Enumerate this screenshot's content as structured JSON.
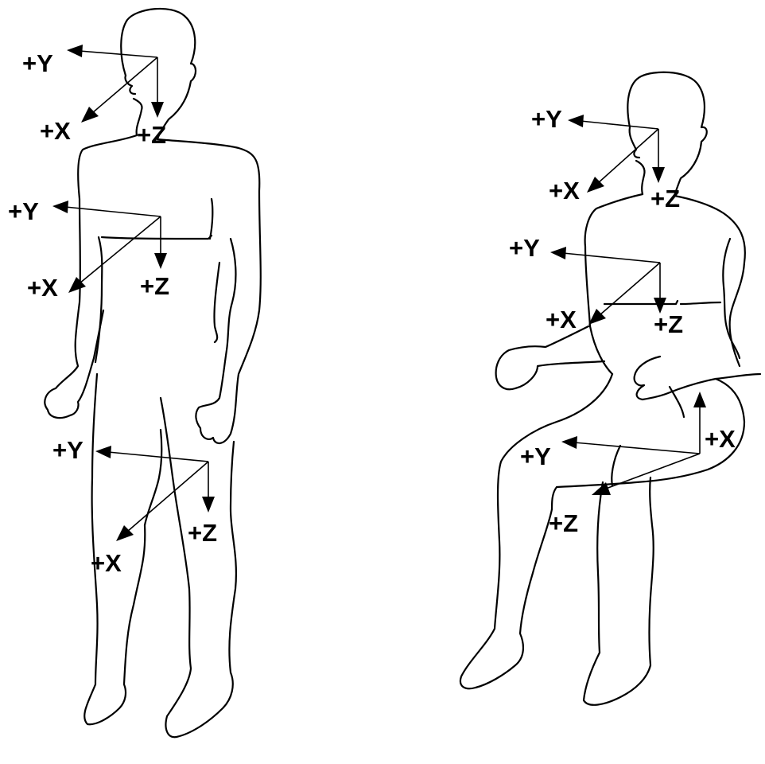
{
  "figures": [
    {
      "id": "standing-figure",
      "axis_sets": [
        {
          "id": "head",
          "labels": {
            "x": "+X",
            "y": "+Y",
            "z": "+Z"
          }
        },
        {
          "id": "chest",
          "labels": {
            "x": "+X",
            "y": "+Y",
            "z": "+Z"
          }
        },
        {
          "id": "pelvis",
          "labels": {
            "x": "+X",
            "y": "+Y",
            "z": "+Z"
          }
        }
      ]
    },
    {
      "id": "seated-figure",
      "axis_sets": [
        {
          "id": "head",
          "labels": {
            "x": "+X",
            "y": "+Y",
            "z": "+Z"
          }
        },
        {
          "id": "chest",
          "labels": {
            "x": "+X",
            "y": "+Y",
            "z": "+Z"
          }
        },
        {
          "id": "pelvis",
          "labels": {
            "x": "+X",
            "y": "+Y",
            "z": "+Z"
          }
        }
      ]
    }
  ],
  "colors": {
    "line": "#000000",
    "background": "#ffffff"
  }
}
